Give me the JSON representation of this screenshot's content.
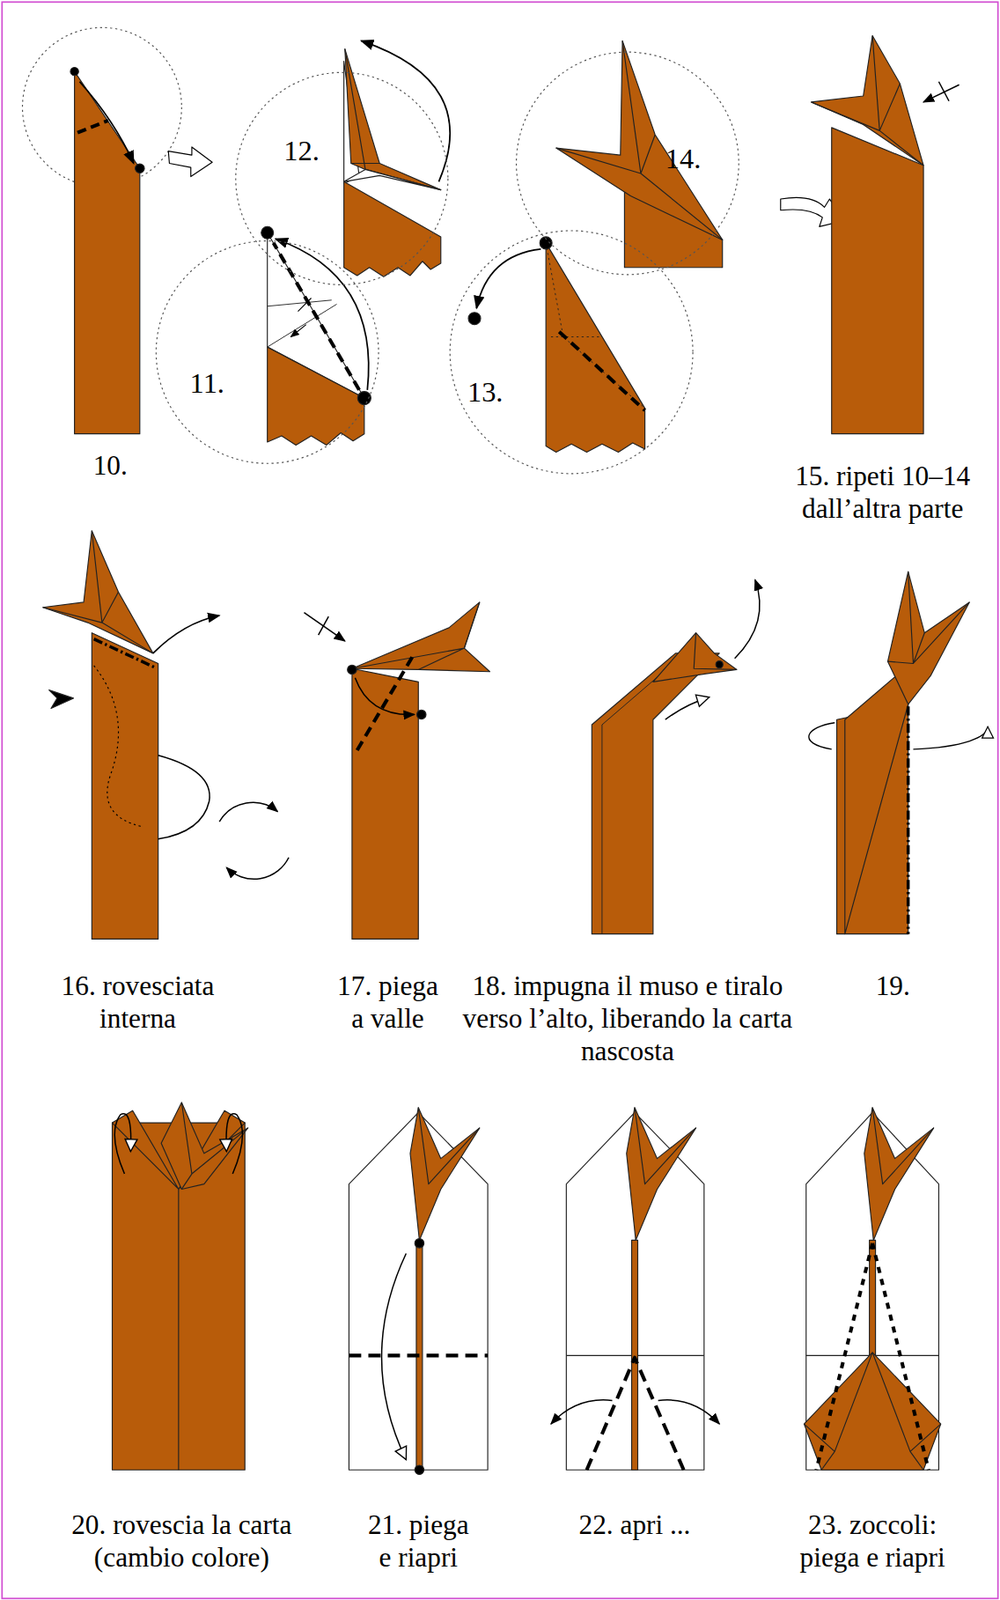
{
  "diagram": {
    "nodes": [
      {
        "text": [
          "12."
        ]
      },
      {
        "text": [
          "14."
        ]
      },
      {
        "text": [
          "11."
        ]
      },
      {
        "text": [
          "13."
        ]
      }
    ],
    "labels": [
      "10.",
      "15. ripeti 10–14 dall’altra parte",
      "16. rovesciata interna",
      "17. piega a valle",
      "18. impugna il muso e tiralo verso l’alto, liberando la carta nascosta",
      "19.",
      "20. rovescia la carta (cambio colore)",
      "21. piega e riapri",
      "22. apri ...",
      "23. zoccoli: piega e riapri"
    ]
  }
}
